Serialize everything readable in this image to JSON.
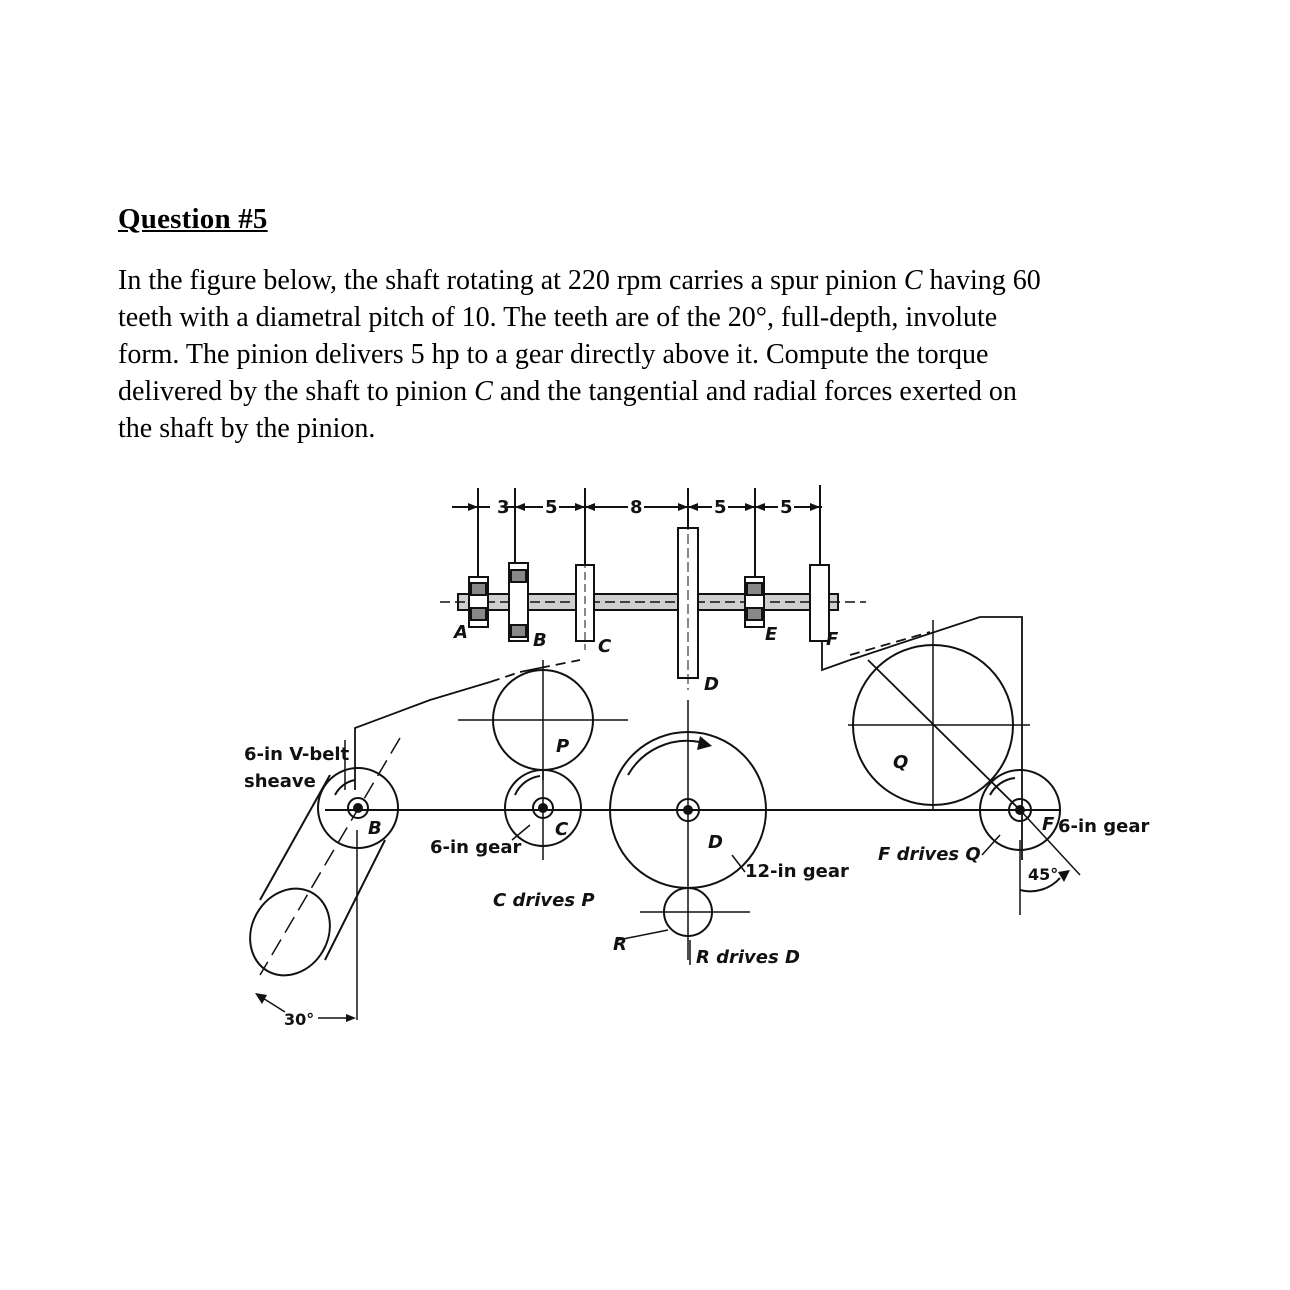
{
  "question": {
    "title": "Question #5",
    "lines": [
      [
        "In the figure below, the shaft rotating at 220 rpm carries a spur pinion ",
        "C",
        " having 60"
      ],
      [
        "teeth with a diametral pitch of 10. The teeth are of the 20°, full-depth, involute"
      ],
      [
        "form. The pinion delivers 5 hp to a gear directly above it. Compute the torque"
      ],
      [
        "delivered by the shaft to pinion ",
        "C",
        " and the tangential and radial forces exerted on"
      ],
      [
        "the shaft by the pinion."
      ]
    ]
  },
  "figure": {
    "dimensions": [
      "3",
      "5",
      "8",
      "5",
      "5"
    ],
    "labels": {
      "A": "A",
      "B_top": "B",
      "C_top": "C",
      "D_top": "D",
      "E": "E",
      "F": "F",
      "P": "P",
      "Q": "Q",
      "B_side": "B",
      "C_side": "C",
      "D_side": "D",
      "R": "R",
      "sheave_1": "6-in V-belt",
      "sheave_2": "sheave",
      "gear6_left": "6-in gear",
      "gear12": "12-in gear",
      "gear6_right": "6-in gear",
      "c_drives_p": "C drives P",
      "r_drives_d": "R drives D",
      "f_drives_q": "F drives Q",
      "f_small": "F",
      "angle30": "30°",
      "angle45": "45°"
    }
  }
}
